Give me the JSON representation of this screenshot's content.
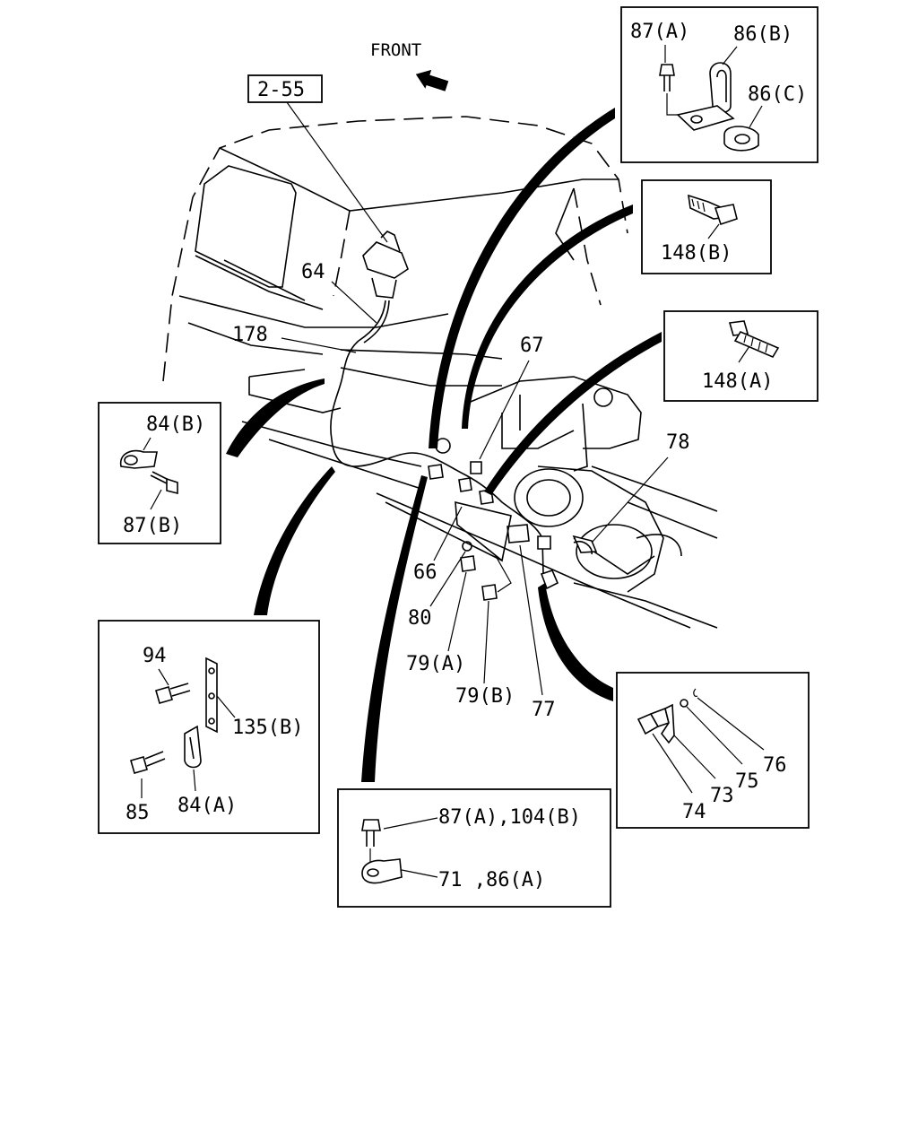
{
  "front_label": "FRONT",
  "ref_box": "2-55",
  "callouts": {
    "c64": "64",
    "c178": "178",
    "c67": "67",
    "c78": "78",
    "c66": "66",
    "c80": "80",
    "c79a": "79(A)",
    "c79b": "79(B)",
    "c77": "77"
  },
  "insets": {
    "top_right": {
      "l1": "87(A)",
      "l2": "86(B)",
      "l3": "86(C)"
    },
    "clamp_b": {
      "l1": "148(B)"
    },
    "tie_a": {
      "l1": "148(A)"
    },
    "left_clip": {
      "l1": "84(B)",
      "l2": "87(B)"
    },
    "bracket": {
      "l1": "94",
      "l2": "135(B)",
      "l3": "85",
      "l4": "84(A)"
    },
    "bottom": {
      "l1": "87(A),104(B)",
      "l2": "71 ,86(A)"
    },
    "sensor": {
      "l1": "76",
      "l2": "75",
      "l3": "73",
      "l4": "74"
    }
  }
}
